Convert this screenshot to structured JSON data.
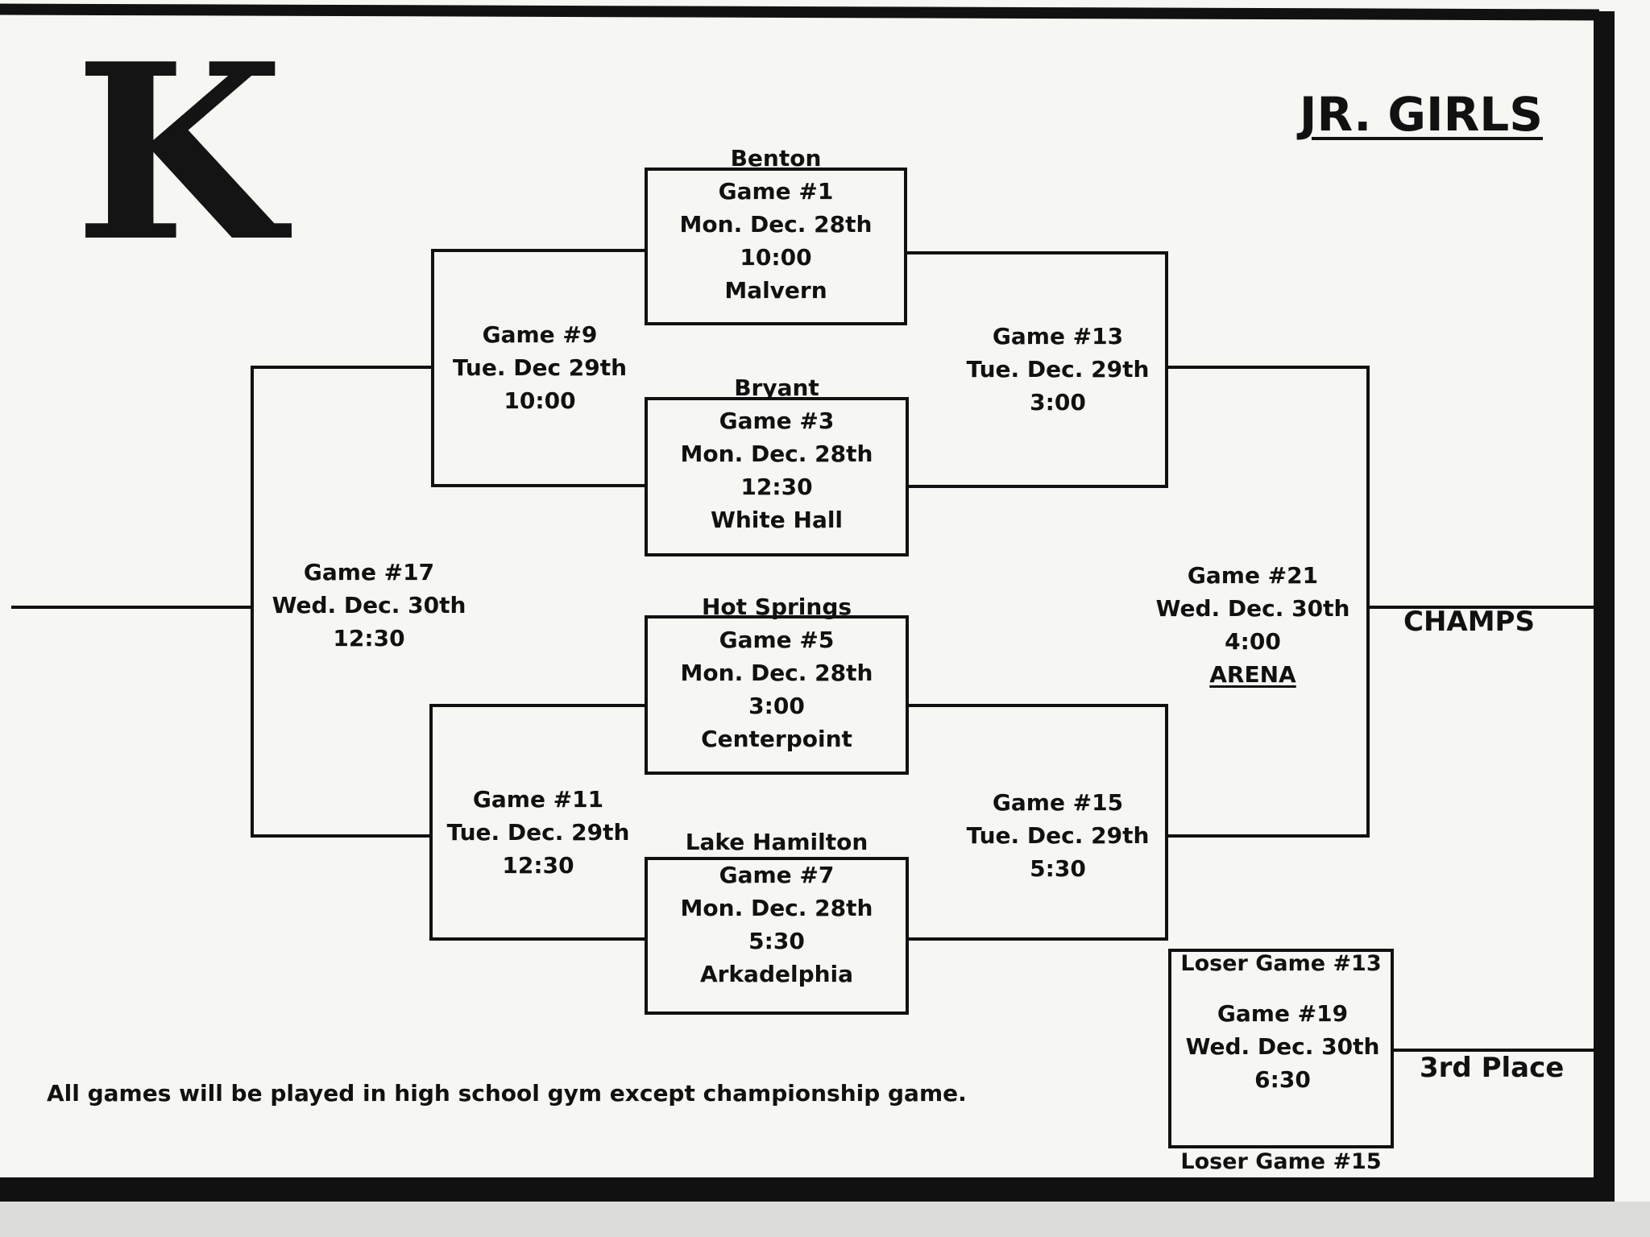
{
  "logo": {
    "letter": "K"
  },
  "title": "JR. GIRLS",
  "champs_label": "CHAMPS",
  "third_label": "3rd Place",
  "footnote": "All games will be played in high school gym except championship game.",
  "first_round": [
    {
      "top_team": "Benton",
      "game": "Game #1",
      "date": "Mon. Dec. 28th",
      "time": "10:00",
      "bottom_team": "Malvern"
    },
    {
      "top_team": "Bryant",
      "game": "Game #3",
      "date": "Mon. Dec. 28th",
      "time": "12:30",
      "bottom_team": "White Hall"
    },
    {
      "top_team": "Hot Springs",
      "game": "Game #5",
      "date": "Mon. Dec. 28th",
      "time": "3:00",
      "bottom_team": "Centerpoint"
    },
    {
      "top_team": "Lake Hamilton",
      "game": "Game #7",
      "date": "Mon. Dec. 28th",
      "time": "5:30",
      "bottom_team": "Arkadelphia"
    }
  ],
  "second_round": {
    "game9": {
      "game": "Game #9",
      "date": "Tue. Dec 29th",
      "time": "10:00"
    },
    "game11": {
      "game": "Game #11",
      "date": "Tue. Dec. 29th",
      "time": "12:30"
    },
    "game13": {
      "game": "Game #13",
      "date": "Tue. Dec. 29th",
      "time": "3:00"
    },
    "game15": {
      "game": "Game #15",
      "date": "Tue. Dec. 29th",
      "time": "5:30"
    }
  },
  "game17": {
    "game": "Game #17",
    "date": "Wed. Dec. 30th",
    "time": "12:30"
  },
  "game21": {
    "game": "Game #21",
    "date": "Wed. Dec. 30th",
    "time": "4:00",
    "venue": "ARENA"
  },
  "game19": {
    "top_label": "Loser Game #13",
    "game": "Game #19",
    "date": "Wed. Dec. 30th",
    "time": "6:30",
    "bottom_label": "Loser Game #15"
  }
}
